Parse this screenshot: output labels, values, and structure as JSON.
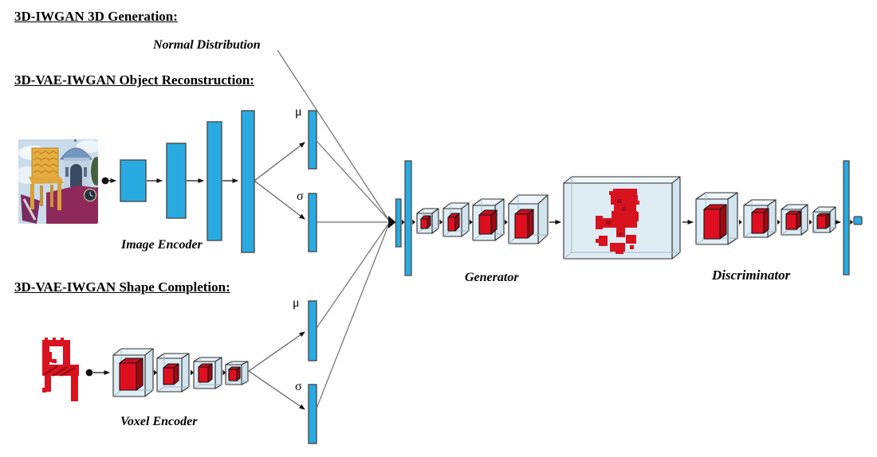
{
  "headings": {
    "generation": "3D-IWGAN 3D Generation:",
    "reconstruction": "3D-VAE-IWGAN Object Reconstruction:",
    "completion": "3D-VAE-IWGAN Shape Completion:"
  },
  "labels": {
    "normal_distribution": "Normal Distribution",
    "image_encoder": "Image Encoder",
    "voxel_encoder": "Voxel Encoder",
    "generator": "Generator",
    "discriminator": "Discriminator",
    "mu": "μ",
    "sigma": "σ"
  },
  "colors": {
    "vector_blue": "#29ABE2",
    "box_face_blue": "#DEECF4",
    "cube_red": "#DF0F20",
    "line_gray": "#6E6E6E",
    "arrow_black": "#111111",
    "text": "#000000"
  }
}
